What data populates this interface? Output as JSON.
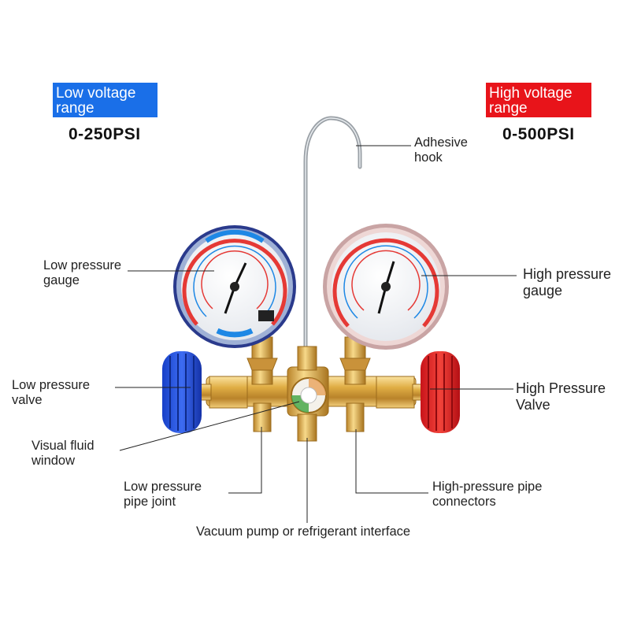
{
  "badges": {
    "low": "Low voltage range",
    "high": "High voltage range"
  },
  "ranges": {
    "low": "0-250PSI",
    "high": "0-500PSI"
  },
  "labels": {
    "hook": [
      "Adhesive",
      "hook"
    ],
    "low_gauge": [
      "Low pressure",
      "gauge"
    ],
    "high_gauge": [
      "High pressure",
      "gauge"
    ],
    "low_valve": [
      "Low pressure",
      "valve"
    ],
    "high_valve": [
      "High Pressure",
      "Valve"
    ],
    "fluid_window": [
      "Visual fluid",
      "window"
    ],
    "low_joint": [
      "Low pressure",
      "pipe joint"
    ],
    "high_connectors": [
      "High-pressure pipe",
      "connectors"
    ],
    "vacuum": "Vacuum pump or refrigerant interface"
  },
  "colors": {
    "low_accent": "#1a6fe8",
    "high_accent": "#e8141a",
    "brass": "#d9a63a"
  }
}
